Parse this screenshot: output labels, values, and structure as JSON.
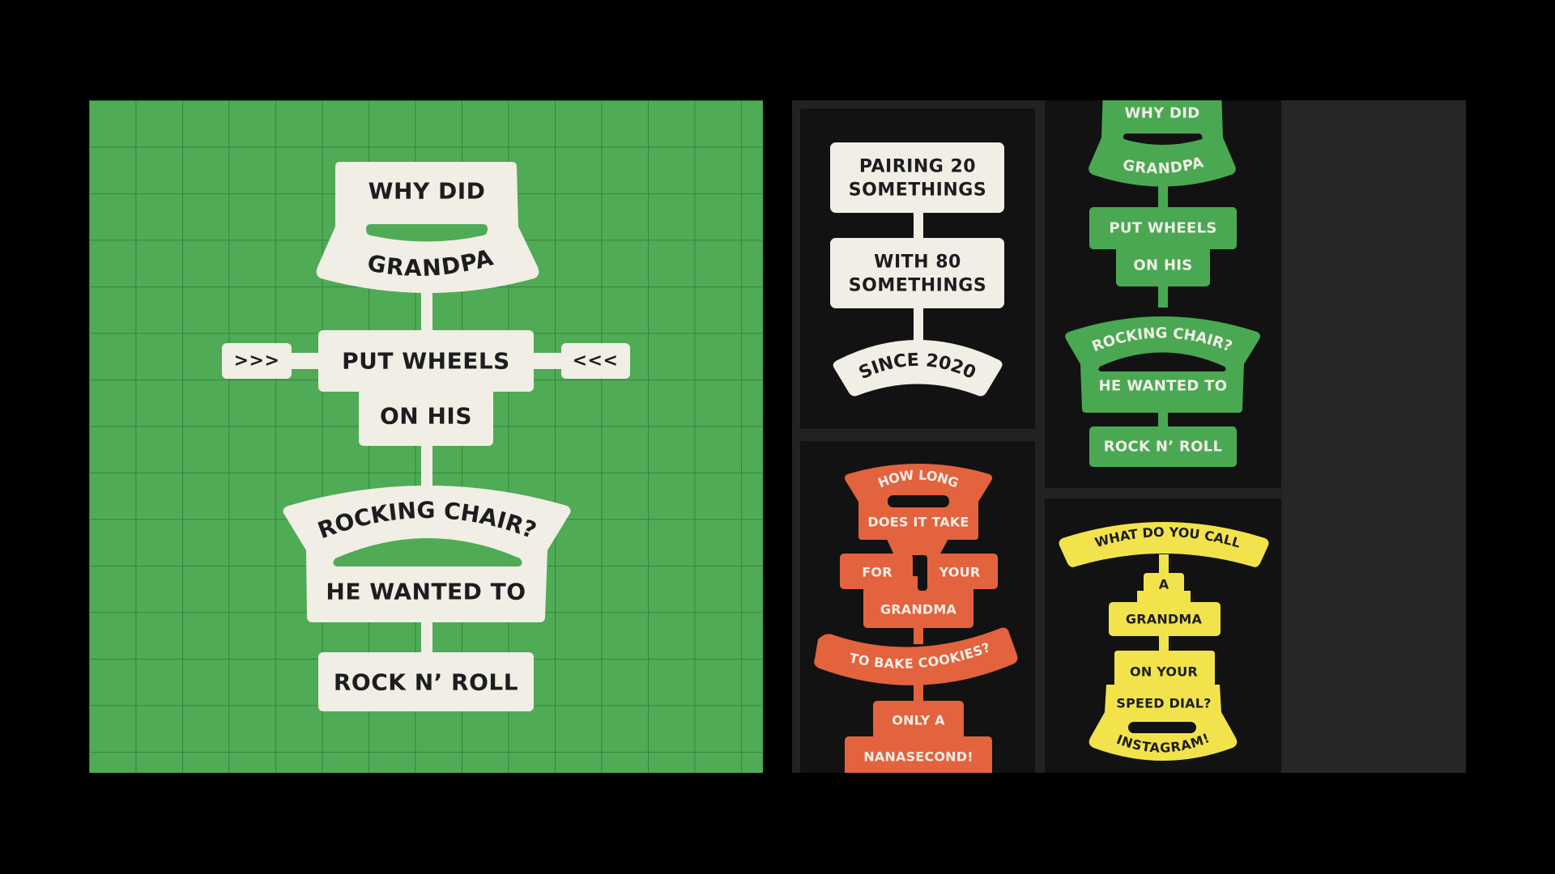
{
  "colors": {
    "page_bg": "#000000",
    "grid_green": "#4fab55",
    "grid_line": "#2f7a36",
    "cream": "#f1eee6",
    "ink": "#1d1d1f",
    "card_bg": "#121212",
    "board_bg": "#222222",
    "side_panel": "#262626",
    "green": "#4aa853",
    "orange": "#e2633d",
    "yellow": "#f2e34c"
  },
  "main_poster": {
    "line1": "WHY DID",
    "line2": "GRANDPA",
    "line3": "PUT WHEELS",
    "line4": "ON HIS",
    "line5": "ROCKING CHAIR?",
    "line6": "HE WANTED TO",
    "line7": "ROCK N’ ROLL",
    "left_tag": ">>>",
    "right_tag": "<<<"
  },
  "cards": {
    "pairing": {
      "line1a": "PAIRING 20",
      "line1b": "SOMETHINGS",
      "line2a": "WITH 80",
      "line2b": "SOMETHINGS",
      "line3": "SINCE 2020"
    },
    "grandpa": {
      "line1": "WHY DID",
      "line2": "GRANDPA",
      "line3": "PUT WHEELS",
      "line4": "ON HIS",
      "line5": "ROCKING CHAIR?",
      "line6": "HE WANTED TO",
      "line7": "ROCK N’ ROLL"
    },
    "cookies": {
      "line1": "HOW LONG",
      "line2": "DOES IT TAKE",
      "line3a": "FOR",
      "line3b": "YOUR",
      "line4": "GRANDMA",
      "line5": "TO BAKE COOKIES?",
      "line6": "ONLY A",
      "line7": "NANASECOND!"
    },
    "speed_dial": {
      "line1": "WHAT DO  YOU CALL",
      "line2": "A",
      "line3": "GRANDMA",
      "line4": "ON YOUR",
      "line5": "SPEED DIAL?",
      "line6": "INSTAGRAM!"
    }
  }
}
